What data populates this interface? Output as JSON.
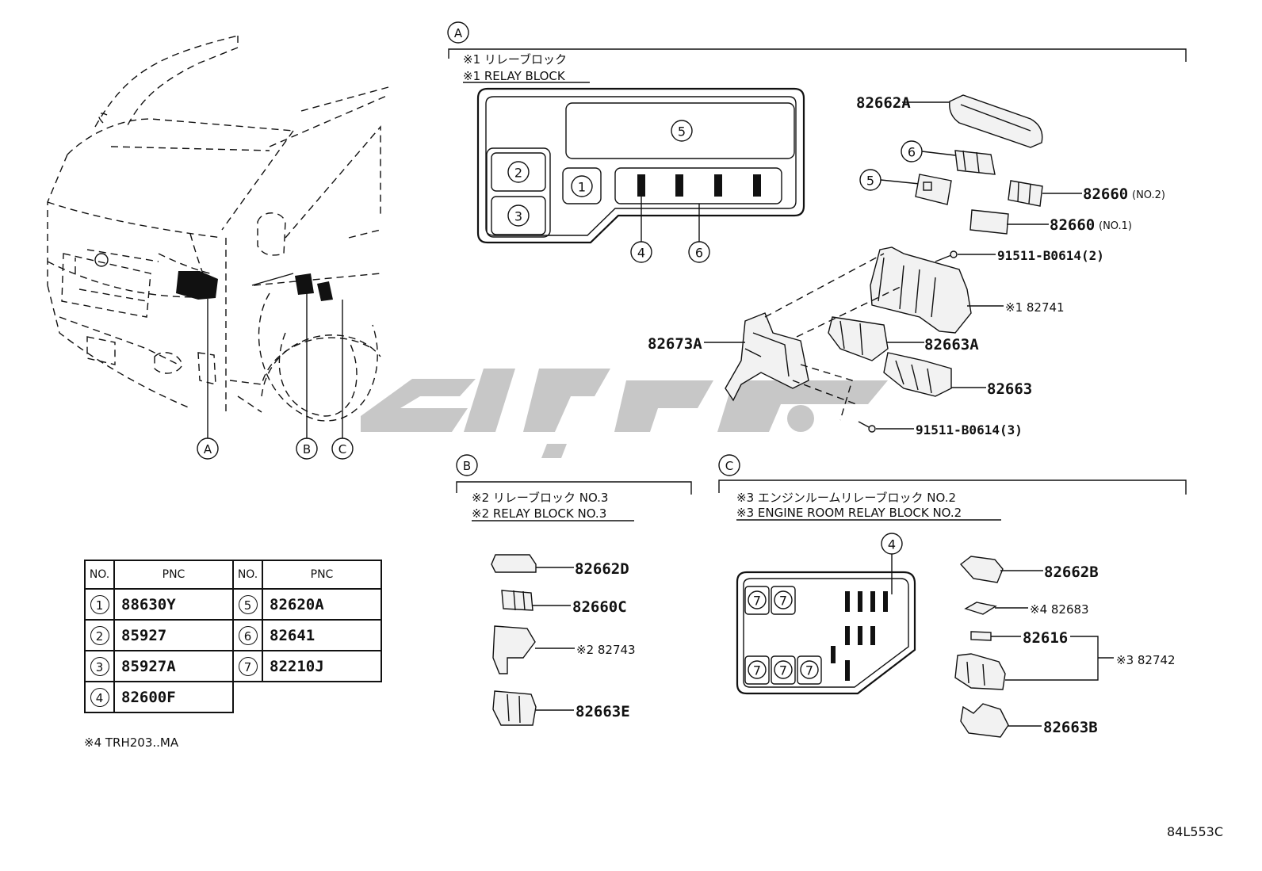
{
  "sections": {
    "A": {
      "callout": "A",
      "note_jp": "※1 リレーブロック",
      "note_en": "※1 RELAY BLOCK",
      "parts": [
        {
          "label": "82662A"
        },
        {
          "label": "82660",
          "qualifier": "(NO.2)"
        },
        {
          "label": "82660",
          "qualifier": "(NO.1)"
        },
        {
          "label": "91511-B0614(2)"
        },
        {
          "label": "※1 82741"
        },
        {
          "label": "82663A"
        },
        {
          "label": "82673A"
        },
        {
          "label": "82663"
        },
        {
          "label": "91511-B0614(3)"
        }
      ],
      "block_positions": [
        "1",
        "2",
        "3",
        "4",
        "5",
        "6"
      ],
      "exploded_refs": [
        "6",
        "5"
      ]
    },
    "B": {
      "callout": "B",
      "note_jp": "※2 リレーブロック NO.3",
      "note_en": "※2 RELAY BLOCK NO.3",
      "parts": [
        {
          "label": "82662D"
        },
        {
          "label": "82660C"
        },
        {
          "label": "※2 82743"
        },
        {
          "label": "82663E"
        }
      ]
    },
    "C": {
      "callout": "C",
      "note_jp": "※3 エンジンルームリレーブロック NO.2",
      "note_en": "※3 ENGINE ROOM RELAY BLOCK NO.2",
      "parts": [
        {
          "label": "82662B"
        },
        {
          "label": "※4 82683"
        },
        {
          "label": "82616"
        },
        {
          "label": "※3 82742"
        },
        {
          "label": "82663B"
        }
      ],
      "block_ref_top": "4",
      "block_ref_slot": "7"
    }
  },
  "vehicle_callouts": [
    "A",
    "B",
    "C"
  ],
  "table": {
    "headers": [
      "NO.",
      "PNC",
      "NO.",
      "PNC"
    ],
    "rows": [
      {
        "no1": "1",
        "pnc1": "88630Y",
        "no2": "5",
        "pnc2": "82620A"
      },
      {
        "no1": "2",
        "pnc1": "85927",
        "no2": "6",
        "pnc2": "82641"
      },
      {
        "no1": "3",
        "pnc1": "85927A",
        "no2": "7",
        "pnc2": "82210J"
      },
      {
        "no1": "4",
        "pnc1": "82600F",
        "no2": "",
        "pnc2": ""
      }
    ]
  },
  "footnote": "※4 TRH203..MA",
  "drawing_code": "84L553C"
}
